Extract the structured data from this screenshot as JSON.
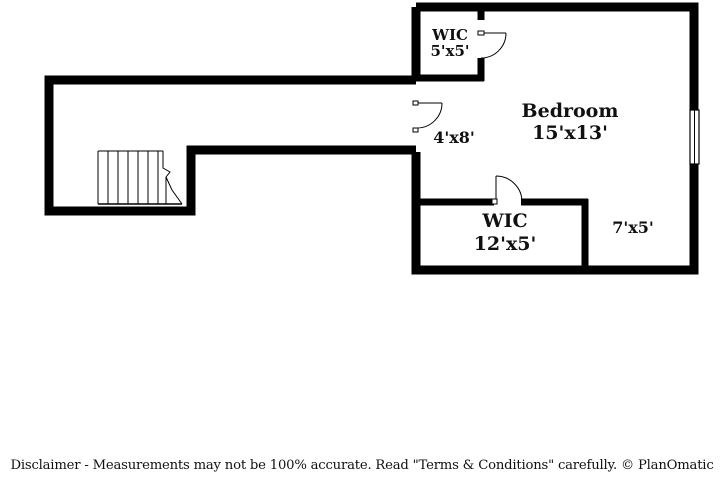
{
  "floorplan": {
    "rooms": [
      {
        "id": "wic-small",
        "name": "WIC",
        "size": "5'x5'"
      },
      {
        "id": "hall",
        "name": "",
        "size": "4'x8'"
      },
      {
        "id": "bedroom",
        "name": "Bedroom",
        "size": "15'x13'"
      },
      {
        "id": "wic-large",
        "name": "WIC",
        "size": "12'x5'"
      },
      {
        "id": "nook",
        "name": "",
        "size": "7'x5'"
      }
    ],
    "wall_color": "#000000"
  },
  "disclaimer": "Disclaimer - Measurements may not be 100% accurate. Read \"Terms & Conditions\" carefully. © PlanOmatic"
}
